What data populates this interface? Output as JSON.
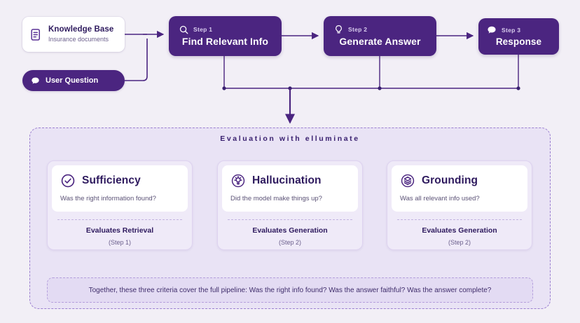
{
  "diagram": {
    "background_color": "#f2eff6",
    "accent_color": "#4b2580",
    "panel_color": "#e9e3f5"
  },
  "sources": {
    "knowledge_base": {
      "icon": "document-icon",
      "title": "Knowledge Base",
      "subtitle": "Insurance documents"
    },
    "user_question": {
      "icon": "chat-bubble-icon",
      "label": "User Question"
    }
  },
  "pipeline": {
    "steps": [
      {
        "icon": "search-icon",
        "kicker": "Step 1",
        "title": "Find Relevant Info"
      },
      {
        "icon": "lightbulb-icon",
        "kicker": "Step 2",
        "title": "Generate Answer"
      },
      {
        "icon": "chat-bubble-icon",
        "kicker": "Step 3",
        "title": "Response"
      }
    ]
  },
  "evaluation": {
    "title": "Evaluation with elluminate",
    "criteria": [
      {
        "icon": "check-circle-icon",
        "name": "Sufficiency",
        "question": "Was the right information found?",
        "evaluates": "Evaluates Retrieval",
        "step": "(Step 1)"
      },
      {
        "icon": "hallucination-icon",
        "name": "Hallucination",
        "question": "Did the model make things up?",
        "evaluates": "Evaluates Generation",
        "step": "(Step 2)"
      },
      {
        "icon": "layers-icon",
        "name": "Grounding",
        "question": "Was all relevant info used?",
        "evaluates": "Evaluates Generation",
        "step": "(Step 2)"
      }
    ],
    "summary": "Together, these three criteria cover the full pipeline: Was the right info found? Was the answer faithful? Was the answer complete?"
  }
}
